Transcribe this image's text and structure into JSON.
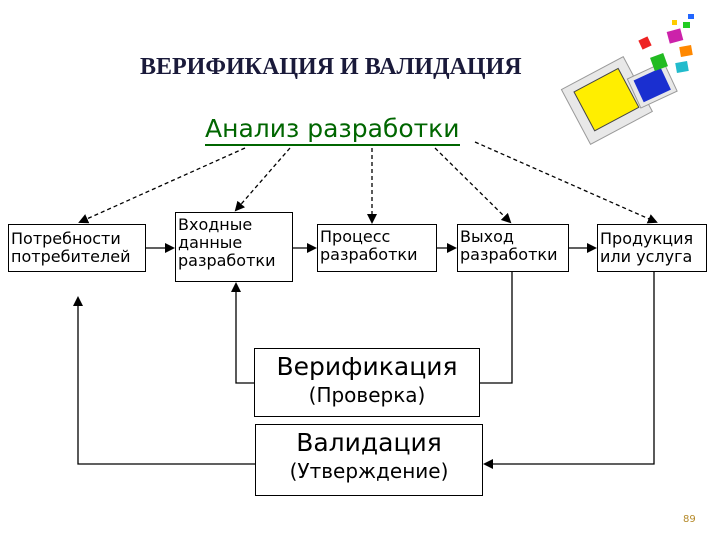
{
  "title": "ВЕРИФИКАЦИЯ И ВАЛИДАЦИЯ",
  "subtitle": "Анализ разработки",
  "boxes": {
    "needs": "Потребности\nпотребителей",
    "input": "Входные\nданные\nразработки",
    "process": "Процесс\nразработки",
    "output": "Выход\nразработки",
    "product": "Продукция\nили услуга"
  },
  "verification": {
    "heading": "Верификация",
    "sub": "(Проверка)"
  },
  "validation": {
    "heading": "Валидация",
    "sub": "(Утверждение)"
  },
  "page_number": "89",
  "colors": {
    "title": "#1a1a3a",
    "subtitle": "#006600",
    "page_number": "#b58a2a"
  }
}
